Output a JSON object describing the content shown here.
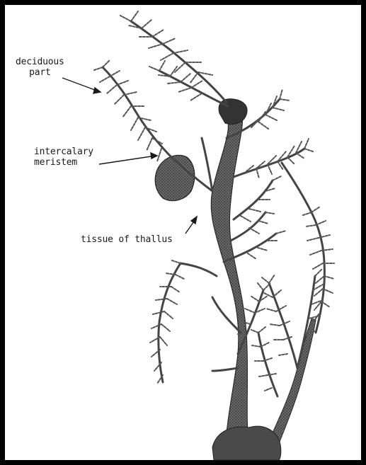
{
  "labels": {
    "deciduous_line1": "deciduous",
    "deciduous_line2": "part",
    "meristem_line1": "intercalary",
    "meristem_line2": "meristem",
    "thallus": "tissue of thallus"
  },
  "colors": {
    "frame": "#000000",
    "stem": "#3a3a3a",
    "branch": "#555555",
    "text": "#1a1a1a"
  }
}
